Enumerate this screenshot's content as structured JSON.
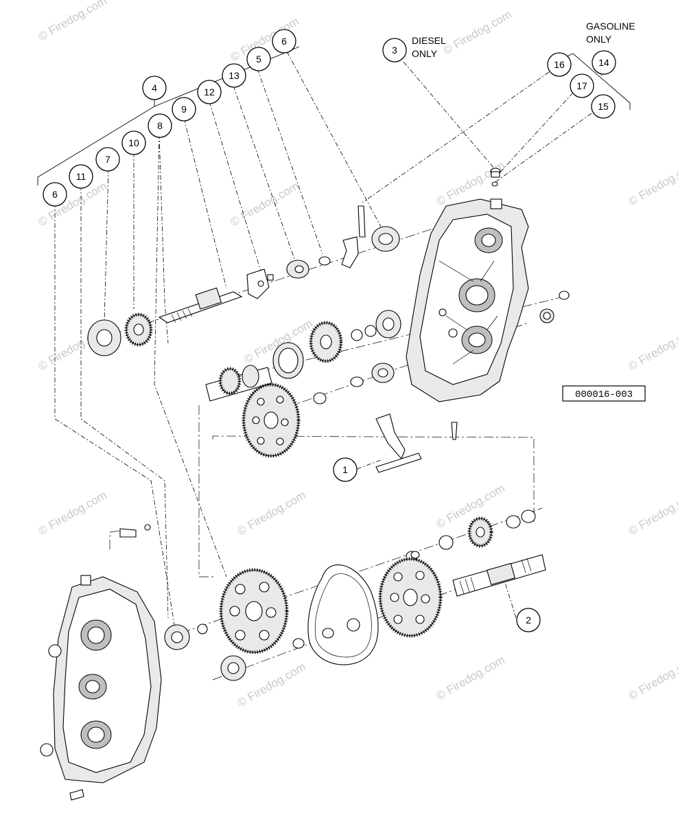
{
  "watermark": "© Firedog.com",
  "diagram_id": "000016-003",
  "notes": {
    "diesel": [
      "DIESEL",
      "ONLY"
    ],
    "gasoline": [
      "GASOLINE",
      "ONLY"
    ]
  },
  "callouts": {
    "c1": "1",
    "c2": "2",
    "c3": "3",
    "c4": "4",
    "c5": "5",
    "c6a": "6",
    "c6b": "6",
    "c7": "7",
    "c8": "8",
    "c9": "9",
    "c10": "10",
    "c11": "11",
    "c12": "12",
    "c13": "13",
    "c14": "14",
    "c15": "15",
    "c16": "16",
    "c17": "17"
  }
}
